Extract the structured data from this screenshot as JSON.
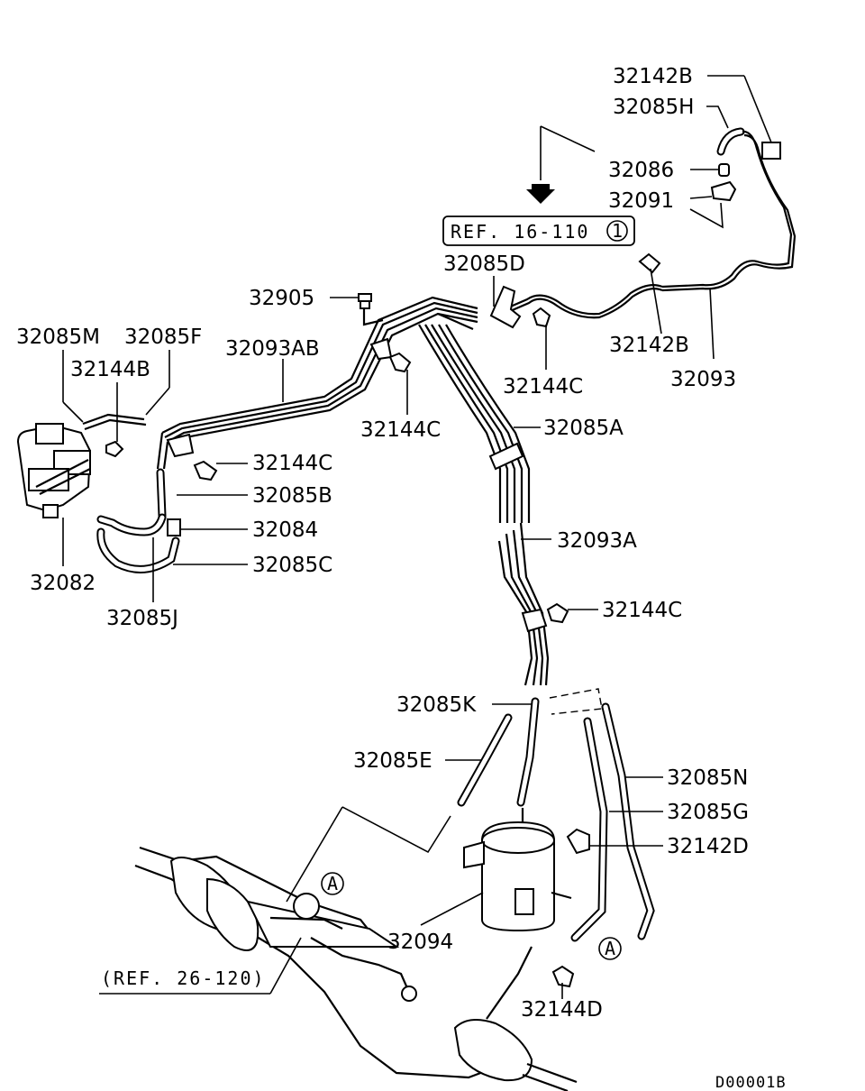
{
  "labels": {
    "l32142B_top": "32142B",
    "l32085H": "32085H",
    "l32086": "32086",
    "l32091": "32091",
    "l32085D": "32085D",
    "l32905": "32905",
    "l32085M": "32085M",
    "l32085F": "32085F",
    "l32093AB": "32093AB",
    "l32144B": "32144B",
    "l32142B_mid": "32142B",
    "l32144C_a": "32144C",
    "l32093": "32093",
    "l32144C_b": "32144C",
    "l32085A": "32085A",
    "l32144C_c": "32144C",
    "l32085B": "32085B",
    "l32084": "32084",
    "l32093A": "32093A",
    "l32085C": "32085C",
    "l32082": "32082",
    "l32085J": "32085J",
    "l32144C_d": "32144C",
    "l32085K": "32085K",
    "l32085E": "32085E",
    "l32085N": "32085N",
    "l32085G": "32085G",
    "l32142D": "32142D",
    "l32094": "32094",
    "l32144D": "32144D"
  },
  "refs": {
    "ref_top": "REF. 16-110",
    "ref_top_num": "1",
    "ref_bottom": "(REF. 26-120)",
    "marker_a": "A",
    "marker_a2": "A"
  },
  "drawing_code": "D00001B"
}
